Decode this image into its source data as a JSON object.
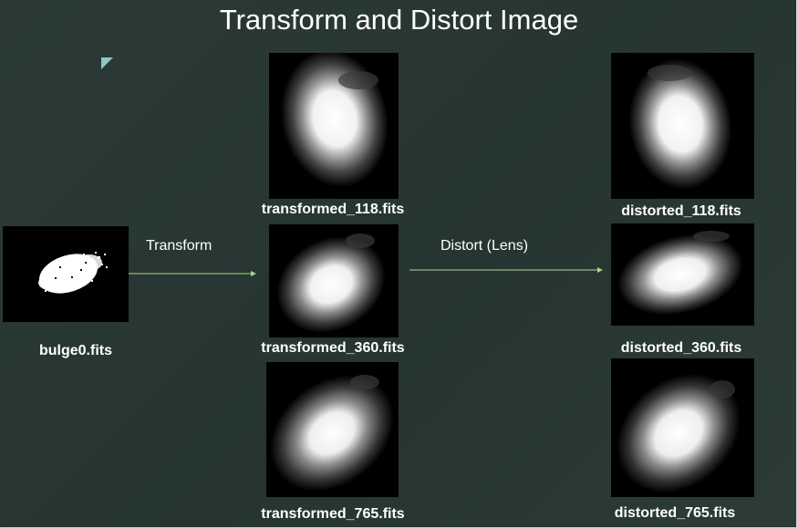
{
  "title": "Transform and Distort Image",
  "arrows": {
    "transform": "Transform",
    "distort": "Distort (Lens)"
  },
  "images": {
    "source": "bulge0.fits",
    "transformed": [
      "transformed_118.fits",
      "transformed_360.fits",
      "transformed_765.fits"
    ],
    "distorted": [
      "distorted_118.fits",
      "distorted_360.fits",
      "distorted_765.fits"
    ]
  },
  "colors": {
    "background": "#2b3a37",
    "arrow": "#a7d68f",
    "marker": "#8fc6c4"
  }
}
